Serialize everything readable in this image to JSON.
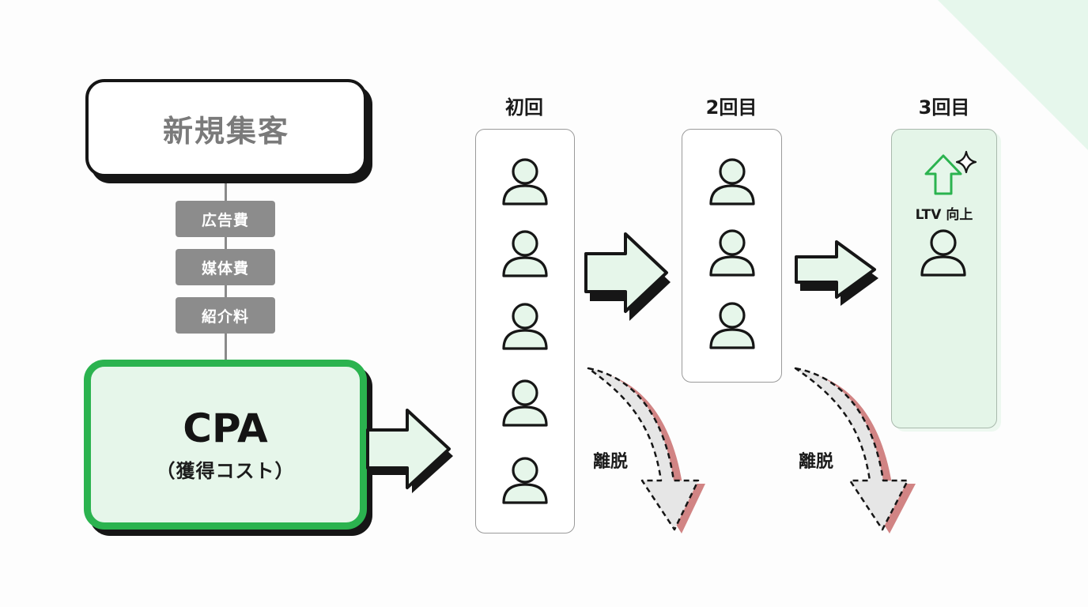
{
  "new_customer": {
    "label": "新規集客"
  },
  "cost_items": [
    "広告費",
    "媒体費",
    "紹介料"
  ],
  "cpa": {
    "title": "CPA",
    "subtitle": "（獲得コスト）"
  },
  "stages": [
    {
      "label": "初回",
      "customers": 5
    },
    {
      "label": "2回目",
      "customers": 3
    },
    {
      "label": "3回目",
      "customers": 1
    }
  ],
  "ltv": {
    "label": "LTV 向上"
  },
  "churn": {
    "labels": [
      "離脱",
      "離脱"
    ]
  },
  "colors": {
    "accent_green": "#2bb34f",
    "light_green": "#e6f6ea",
    "cost_gray": "#8c8c8c",
    "churn_red": "#d98080",
    "ink": "#161616"
  }
}
